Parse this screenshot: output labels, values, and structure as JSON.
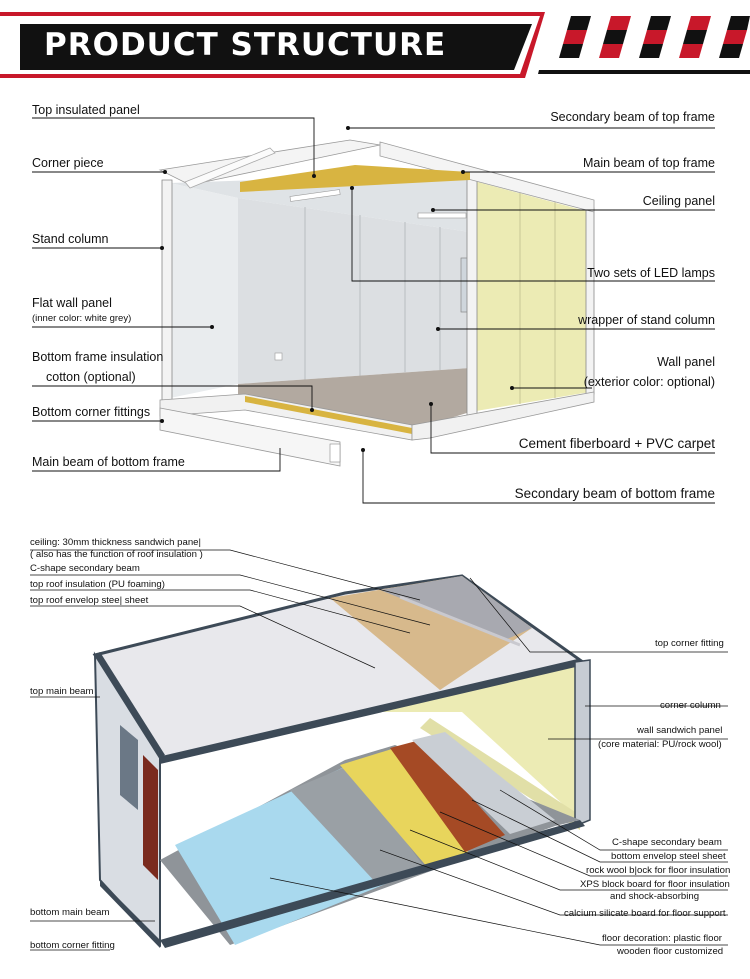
{
  "header": {
    "title": "PRODUCT STRUCTURE"
  },
  "colors": {
    "header_black": "#111111",
    "accent_red": "#c8182a",
    "panel_yellow": "#ecebb4",
    "insulation": "#d8b441",
    "floor_blue": "#a9d9ee",
    "xps_yellow": "#e8d55c",
    "rockwool_brown": "#a54a25"
  },
  "top_diagram": {
    "labels_left": {
      "top_insulated_panel": "Top insulated panel",
      "corner_piece": "Corner piece",
      "stand_column": "Stand column",
      "flat_wall_panel": "Flat wall panel",
      "flat_wall_panel_note": "(inner color: white grey)",
      "bottom_frame_insulation_1": "Bottom frame insulation",
      "bottom_frame_insulation_2": "cotton (optional)",
      "bottom_corner_fittings": "Bottom corner fittings",
      "main_beam_bottom_frame": "Main beam of bottom frame"
    },
    "labels_right": {
      "secondary_beam_top_frame": "Secondary beam of top frame",
      "main_beam_top_frame": "Main beam of top frame",
      "ceiling_panel": "Ceiling panel",
      "two_sets_led": "Two sets of LED lamps",
      "wrapper_stand_column": "wrapper of stand column",
      "wall_panel": "Wall panel",
      "wall_panel_note": "(exterior color: optional)",
      "cement_fiberboard": "Cement fiberboard + PVC carpet",
      "secondary_beam_bottom_frame": "Secondary beam of bottom frame"
    }
  },
  "bottom_diagram": {
    "labels_left": {
      "ceiling_1": "ceiling: 30mm thickness sandwich pane|",
      "ceiling_2": "( also has the function of roof insulation )",
      "c_shape_secondary_beam": "C-shape secondary beam",
      "top_roof_insulation": "top roof insulation (PU foaming)",
      "top_roof_envelop": "top roof envelop stee| sheet",
      "top_main_beam": "top main beam",
      "bottom_main_beam": "bottom main beam",
      "bottom_corner_fitting": "bottom corner fitting"
    },
    "labels_right": {
      "top_corner_fitting": "top corner fitting",
      "corner_column": "corner column",
      "wall_sandwich_panel_1": "wall sandwich panel",
      "wall_sandwich_panel_2": "(core material: PU/rock wool)",
      "c_shape_secondary_beam_2": "C-shape secondary beam",
      "bottom_envelop_steel": "bottom envelop steel sheet",
      "rock_wool_block": "rock wool b|ock for floor insulation",
      "xps_block_1": "XPS block board for floor insulation",
      "xps_block_2": "and shock-absorbing",
      "calcium_silicate": "calcium silicate board for floor support",
      "floor_decoration_1": "floor decoration: plastic floor",
      "floor_decoration_2": "wooden floor customized"
    }
  }
}
